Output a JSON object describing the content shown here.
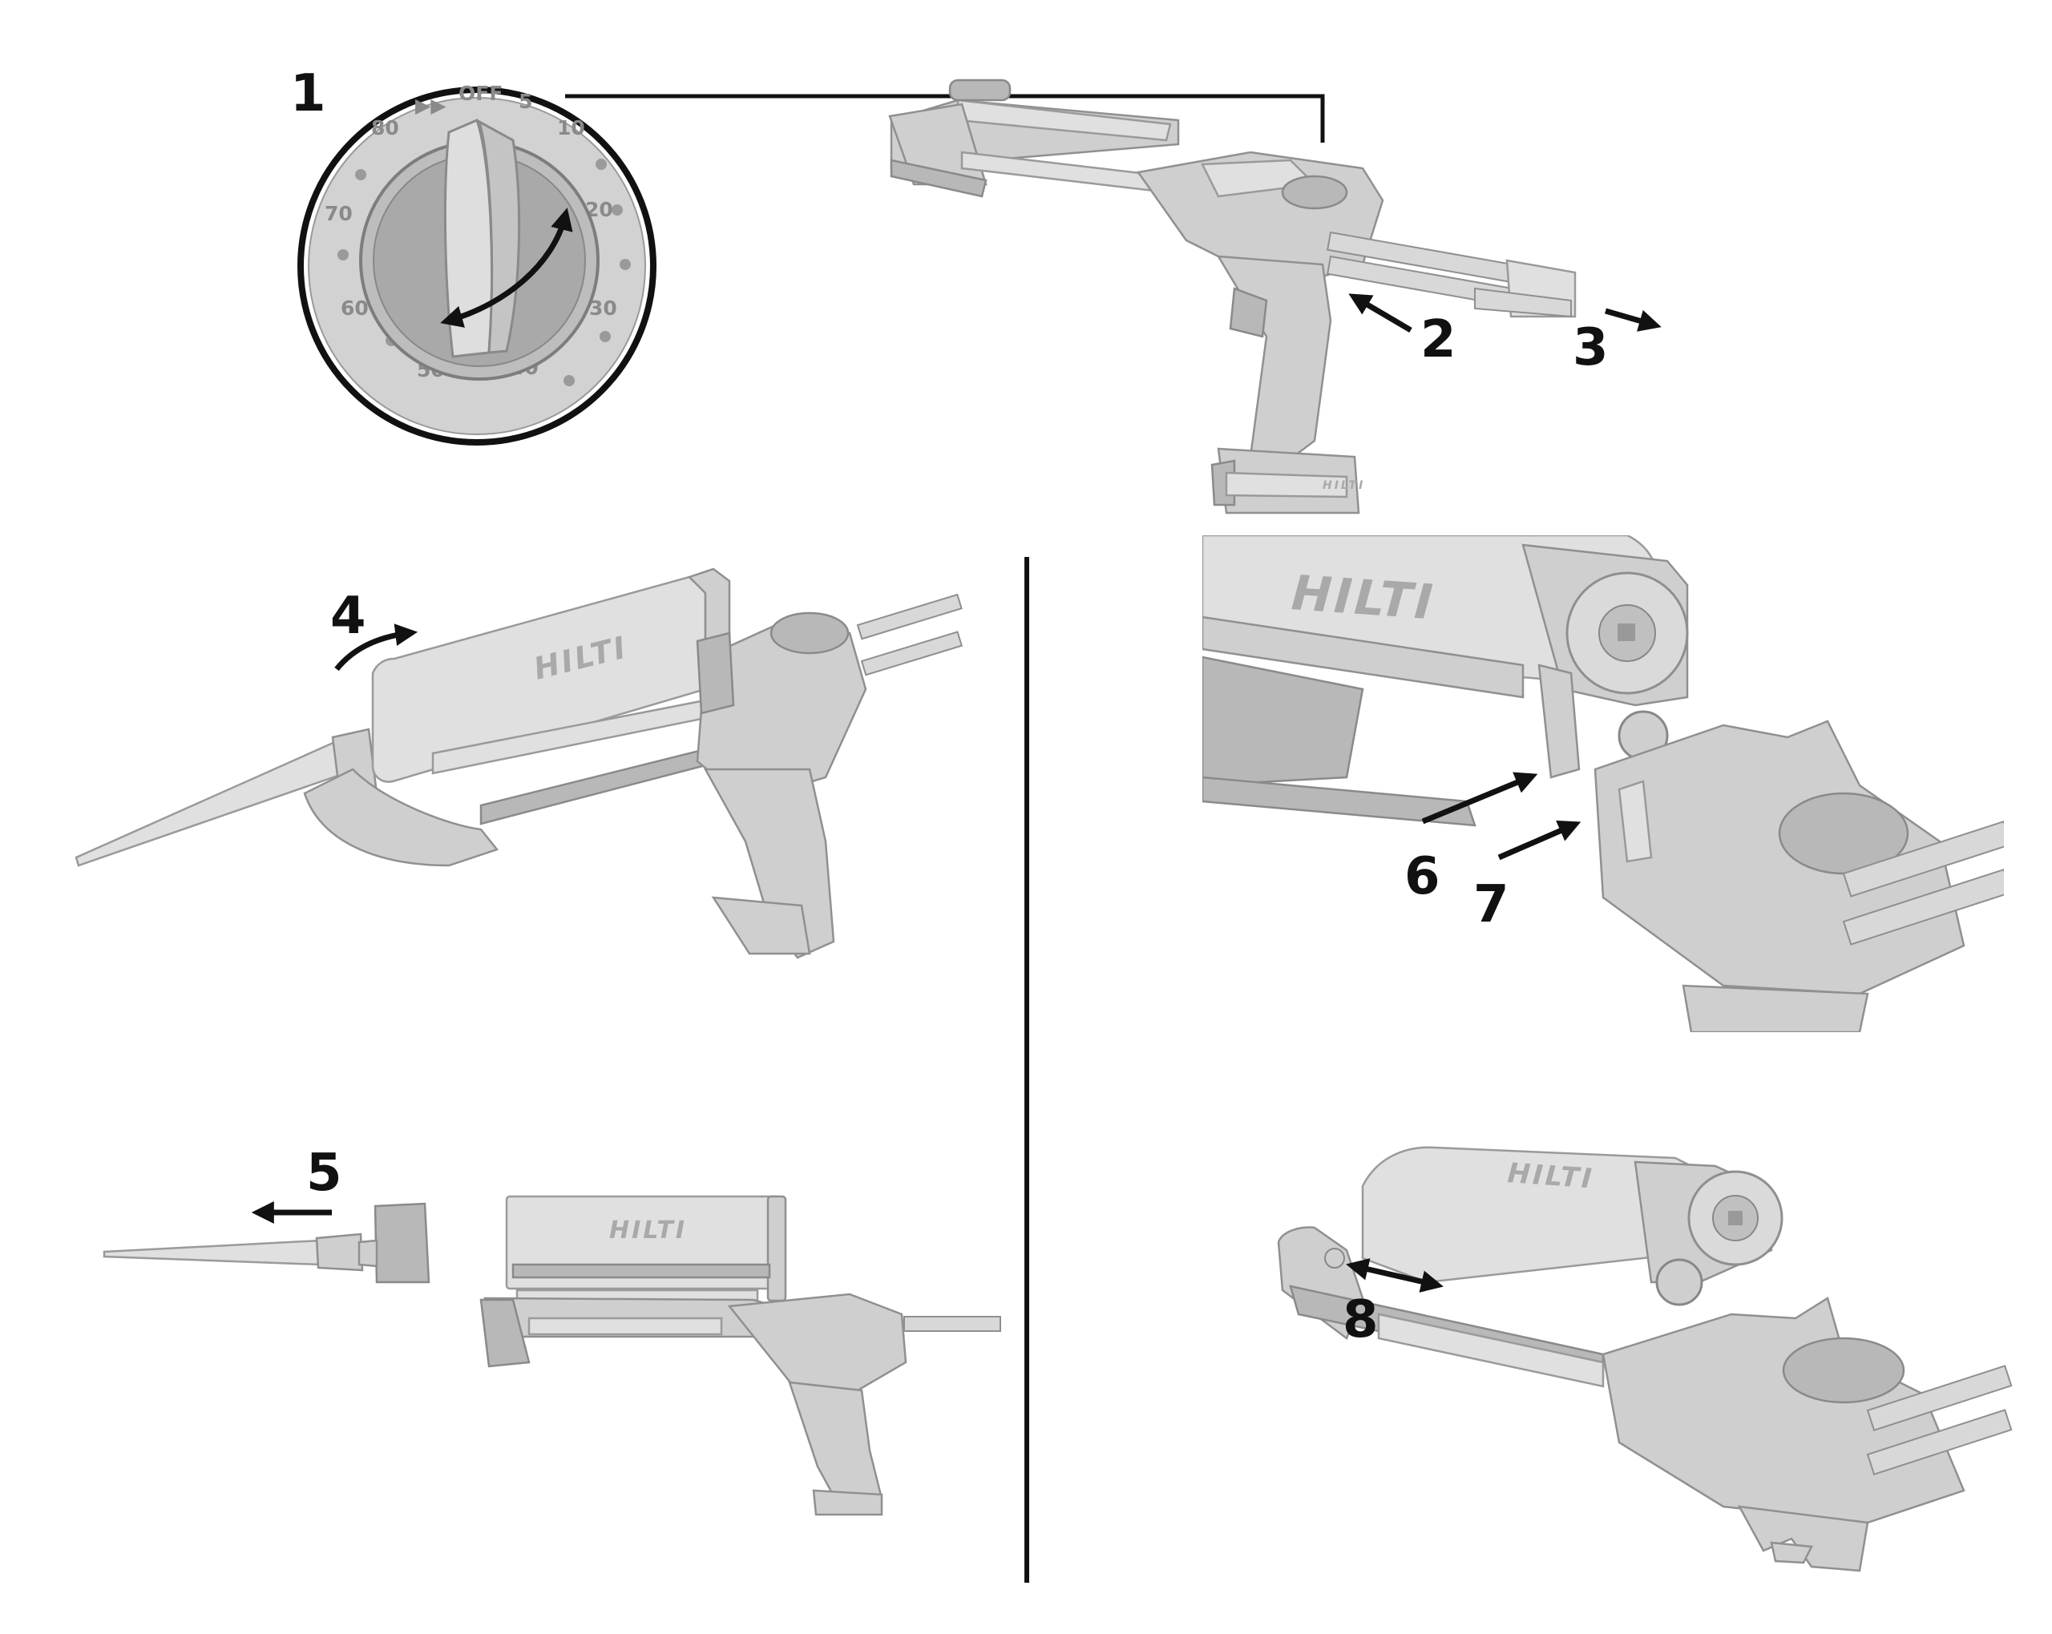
{
  "steps": {
    "s1": "1",
    "s2": "2",
    "s3": "3",
    "s4": "4",
    "s5": "5",
    "s6": "6",
    "s7": "7",
    "s8": "8"
  },
  "dial": {
    "labels": [
      "OFF",
      "5",
      "10",
      "20",
      "30",
      "40",
      "50",
      "60",
      "70",
      "80"
    ],
    "fast_forward_symbol": "▶▶"
  },
  "brand": "HILTI"
}
